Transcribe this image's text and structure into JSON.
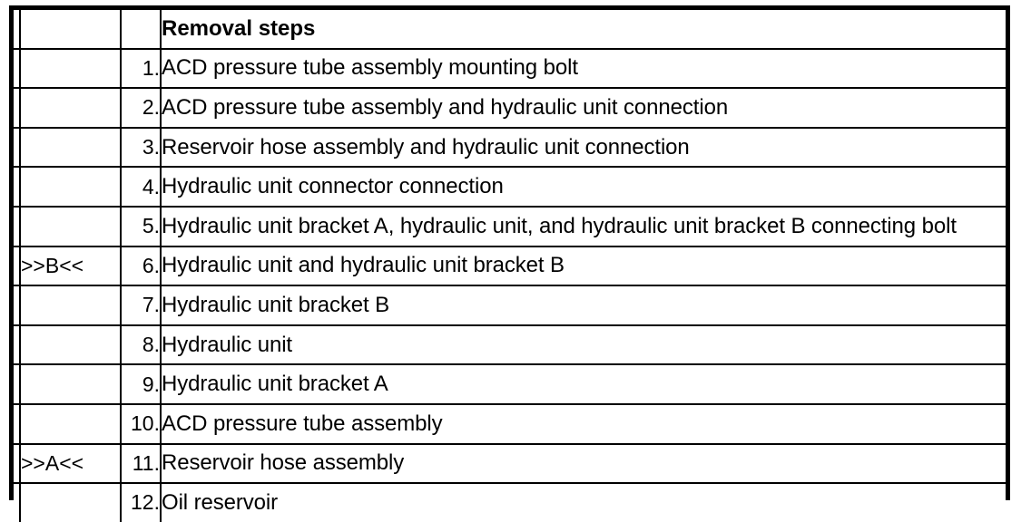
{
  "table": {
    "header": {
      "marker": "",
      "number": "",
      "text": "Removal steps"
    },
    "rows": [
      {
        "marker": "",
        "number": "1.",
        "text": "ACD pressure tube assembly mounting bolt"
      },
      {
        "marker": "",
        "number": "2.",
        "text": "ACD pressure tube assembly and hydraulic unit connection"
      },
      {
        "marker": "",
        "number": "3.",
        "text": "Reservoir hose assembly and hydraulic unit connection"
      },
      {
        "marker": "",
        "number": "4.",
        "text": "Hydraulic unit connector connection"
      },
      {
        "marker": "",
        "number": "5.",
        "text": "Hydraulic unit bracket A, hydraulic unit, and hydraulic unit bracket B connecting bolt"
      },
      {
        "marker": ">>B<<",
        "number": "6.",
        "text": "Hydraulic unit and hydraulic unit bracket B"
      },
      {
        "marker": "",
        "number": "7.",
        "text": "Hydraulic unit bracket B"
      },
      {
        "marker": "",
        "number": "8.",
        "text": "Hydraulic unit"
      },
      {
        "marker": "",
        "number": "9.",
        "text": "Hydraulic unit bracket A"
      },
      {
        "marker": "",
        "number": "10.",
        "text": "ACD pressure tube assembly"
      },
      {
        "marker": ">>A<<",
        "number": "11.",
        "text": "Reservoir hose assembly"
      },
      {
        "marker": "",
        "number": "12.",
        "text": "Oil reservoir"
      }
    ]
  },
  "colors": {
    "border": "#000000",
    "text": "#000000",
    "background": "#ffffff"
  }
}
